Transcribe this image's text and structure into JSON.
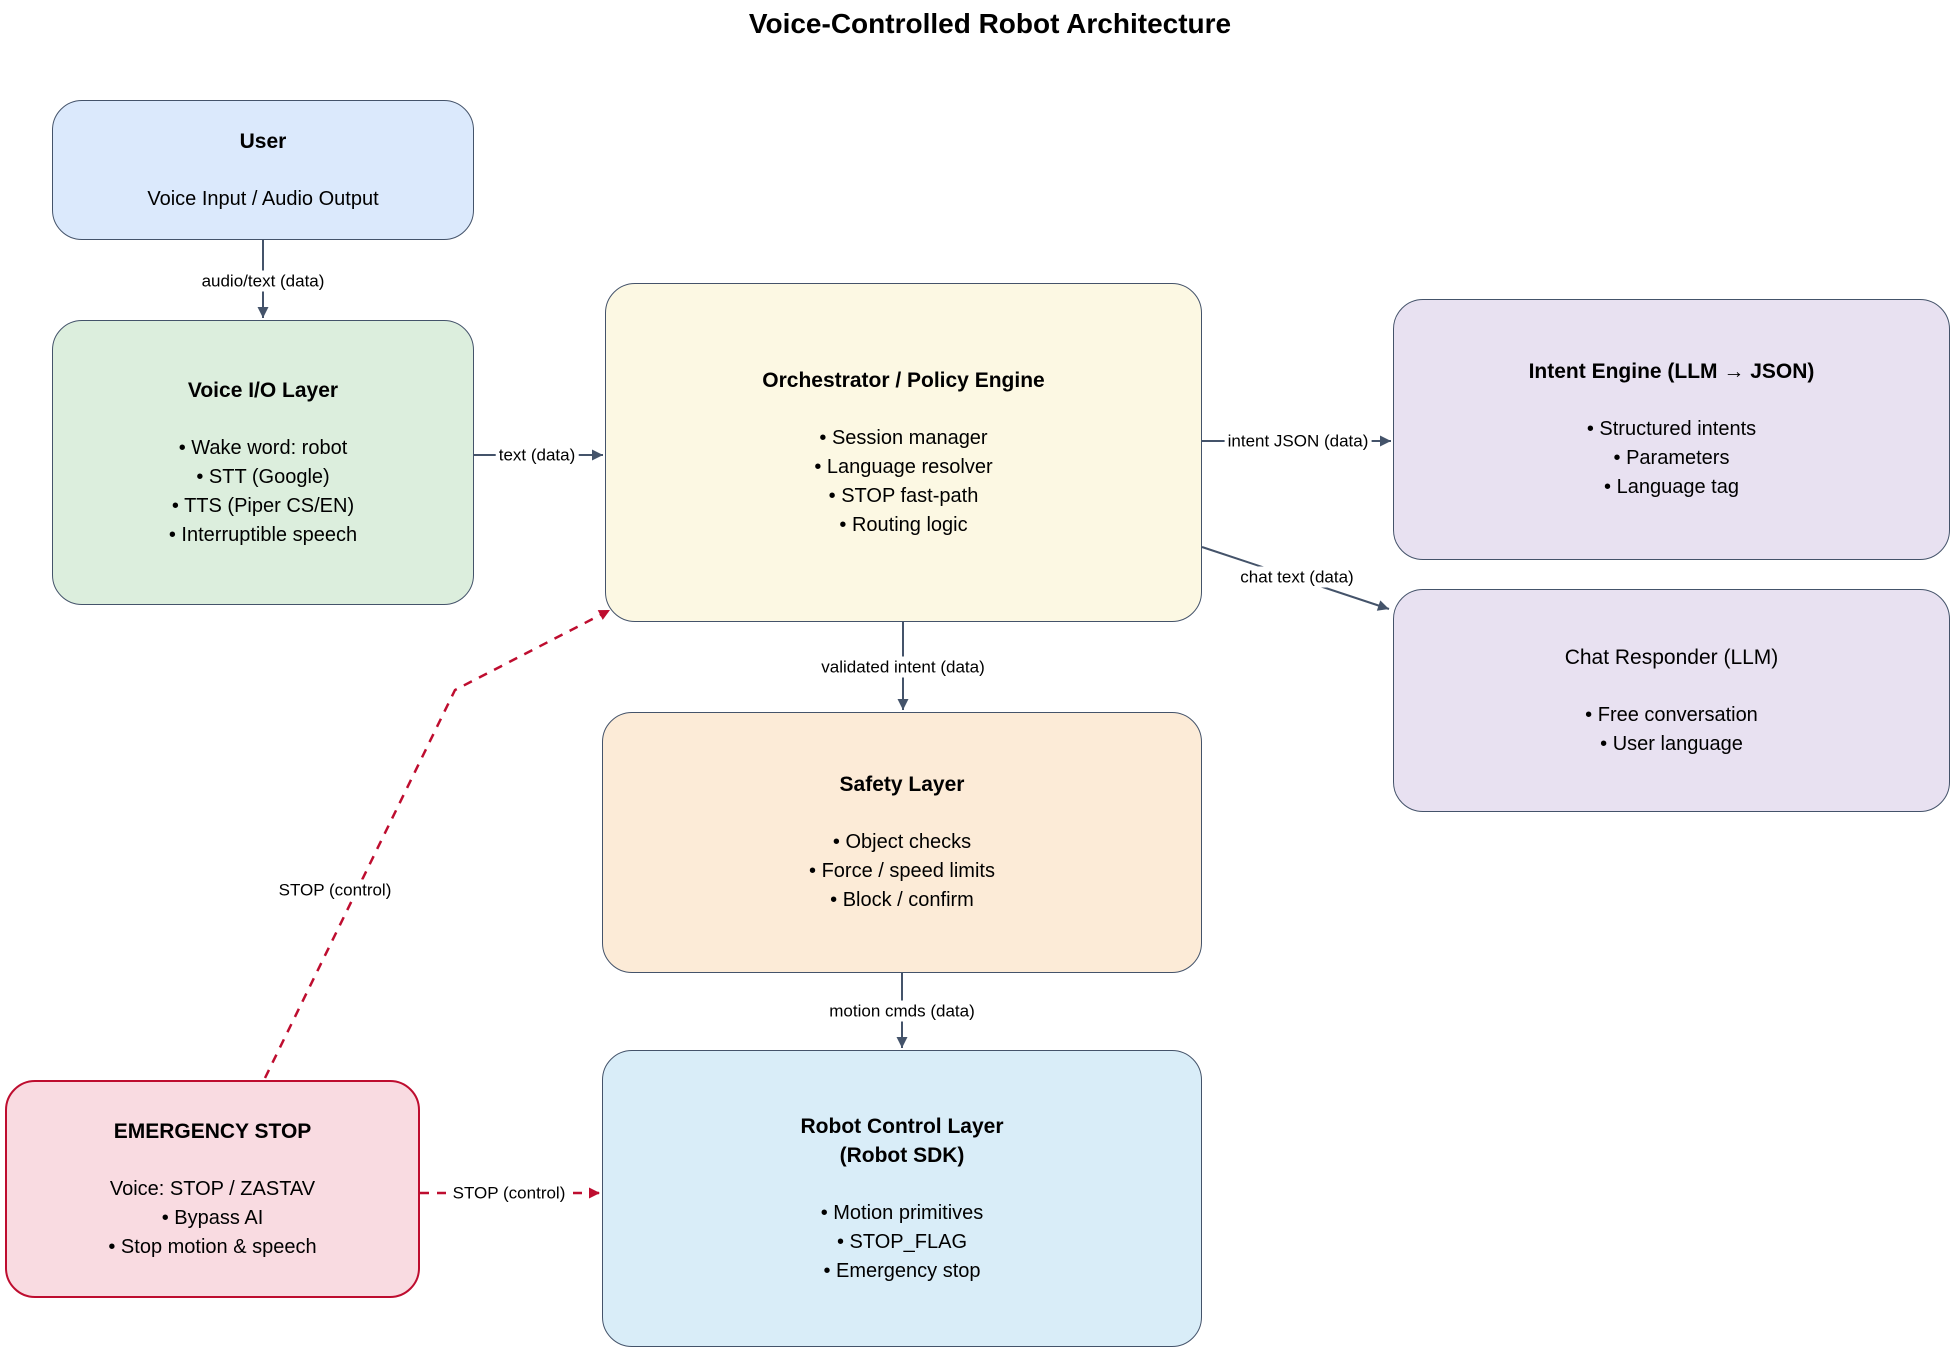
{
  "title": "Voice-Controlled Robot Architecture",
  "colors": {
    "canvas": "#FFFFFF",
    "node_border": "#44536A",
    "arrow": "#44536A",
    "stop_accent": "#BE0D2F",
    "user_fill": "#DBE9FC",
    "voice_fill": "#DCEEDD",
    "orchestrator_fill": "#FCF8E3",
    "llm_fill": "#E8E1F1",
    "safety_fill": "#FCEBD7",
    "robot_fill": "#D9EDF8",
    "emergency_fill": "#F9DBE1"
  },
  "nodes": {
    "user": {
      "title": "User",
      "lines": [
        "Voice Input / Audio Output"
      ]
    },
    "voice_io": {
      "title": "Voice I/O Layer",
      "lines": [
        "• Wake word: robot",
        "• STT (Google)",
        "• TTS (Piper CS/EN)",
        "• Interruptible speech"
      ]
    },
    "orchestrator": {
      "title": "Orchestrator / Policy Engine",
      "lines": [
        "• Session manager",
        "• Language resolver",
        "• STOP fast-path",
        "• Routing logic"
      ]
    },
    "intent_engine": {
      "title": "Intent Engine (LLM → JSON)",
      "lines": [
        "• Structured intents",
        "• Parameters",
        "• Language tag"
      ]
    },
    "chat_responder": {
      "title": "Chat Responder (LLM)",
      "lines": [
        "• Free conversation",
        "• User language"
      ]
    },
    "safety": {
      "title": "Safety Layer",
      "lines": [
        "• Object checks",
        "• Force / speed limits",
        "• Block / confirm"
      ]
    },
    "robot_control": {
      "title": [
        "Robot Control Layer",
        "(Robot SDK)"
      ],
      "lines": [
        "• Motion primitives",
        "• STOP_FLAG",
        "• Emergency stop"
      ]
    },
    "emergency": {
      "title": "EMERGENCY STOP",
      "lines": [
        "Voice: STOP / ZASTAV",
        "• Bypass AI",
        "• Stop motion & speech"
      ]
    }
  },
  "edges": {
    "user_to_voice": "audio/text (data)",
    "voice_to_orch": "text (data)",
    "orch_to_intent": "intent JSON (data)",
    "orch_to_chat": "chat text (data)",
    "orch_to_safety": "validated intent (data)",
    "safety_to_robot": "motion cmds (data)",
    "stop_to_orch": "STOP (control)",
    "stop_to_robot": "STOP (control)"
  }
}
